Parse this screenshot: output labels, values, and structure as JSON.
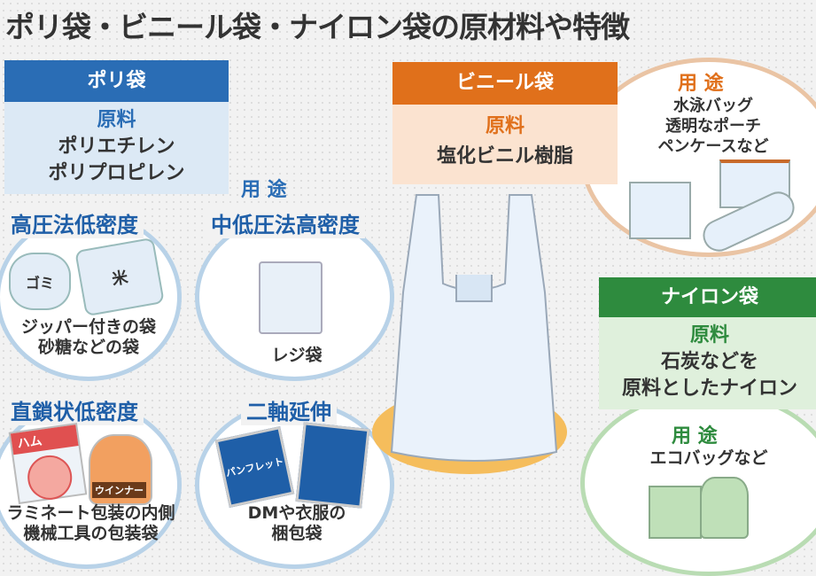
{
  "title": "ポリ袋・ビニール袋・ナイロン袋の原材料や特徴",
  "poly": {
    "header": "ポリ袋",
    "material_label": "原料",
    "materials": [
      "ポリエチレン",
      "ポリプロピレン"
    ],
    "uses_label": "用 途",
    "types": [
      {
        "name": "高圧法低密度",
        "uses": [
          "ジッパー付きの袋",
          "砂糖などの袋"
        ],
        "icons": [
          "ゴミ",
          "米"
        ]
      },
      {
        "name": "中低圧法高密度",
        "uses": [
          "レジ袋"
        ]
      },
      {
        "name": "直鎖状低密度",
        "uses": [
          "ラミネート包装の内側",
          "機械工具の包装袋"
        ],
        "icons": [
          "ハム",
          "ウインナー"
        ]
      },
      {
        "name": "二軸延伸",
        "uses": [
          "DMや衣服の",
          "梱包袋"
        ],
        "icons": [
          "パンフレット"
        ]
      }
    ]
  },
  "vinyl": {
    "header": "ビニール袋",
    "material_label": "原料",
    "material": "塩化ビニル樹脂",
    "uses_label": "用 途",
    "uses": [
      "水泳バッグ",
      "透明なポーチ",
      "ペンケースなど"
    ]
  },
  "nylon": {
    "header": "ナイロン袋",
    "material_label": "原料",
    "materials": [
      "石炭などを",
      "原料としたナイロン"
    ],
    "uses_label": "用 途",
    "uses": [
      "エコバッグなど"
    ]
  },
  "colors": {
    "poly": "#2a6db5",
    "vinyl": "#e0701b",
    "nylon": "#2e8b3e"
  }
}
